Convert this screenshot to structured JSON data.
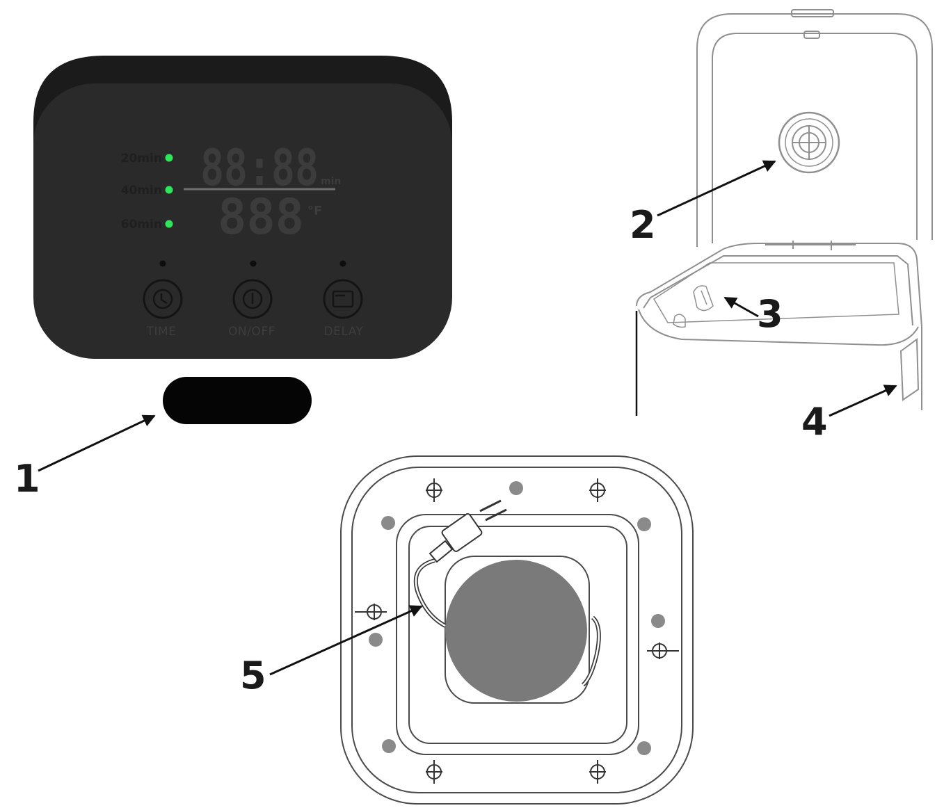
{
  "callouts": {
    "one": "1",
    "two": "2",
    "three": "3",
    "four": "4",
    "five": "5"
  },
  "panel": {
    "presets": [
      "20min",
      "40min",
      "60min"
    ],
    "time_digits": "88:88",
    "time_unit": "min",
    "temp_digits": "888",
    "temp_unit": "°F",
    "buttons": {
      "time": "TIME",
      "on_off": "ON/OFF",
      "delay": "DELAY"
    }
  },
  "colors": {
    "panel_body": "#2a2a2a",
    "panel_rim": "#1b1b1b",
    "led": "#2ee65a",
    "segment": "#3c3c3c",
    "foot": "#8a8a8a"
  }
}
